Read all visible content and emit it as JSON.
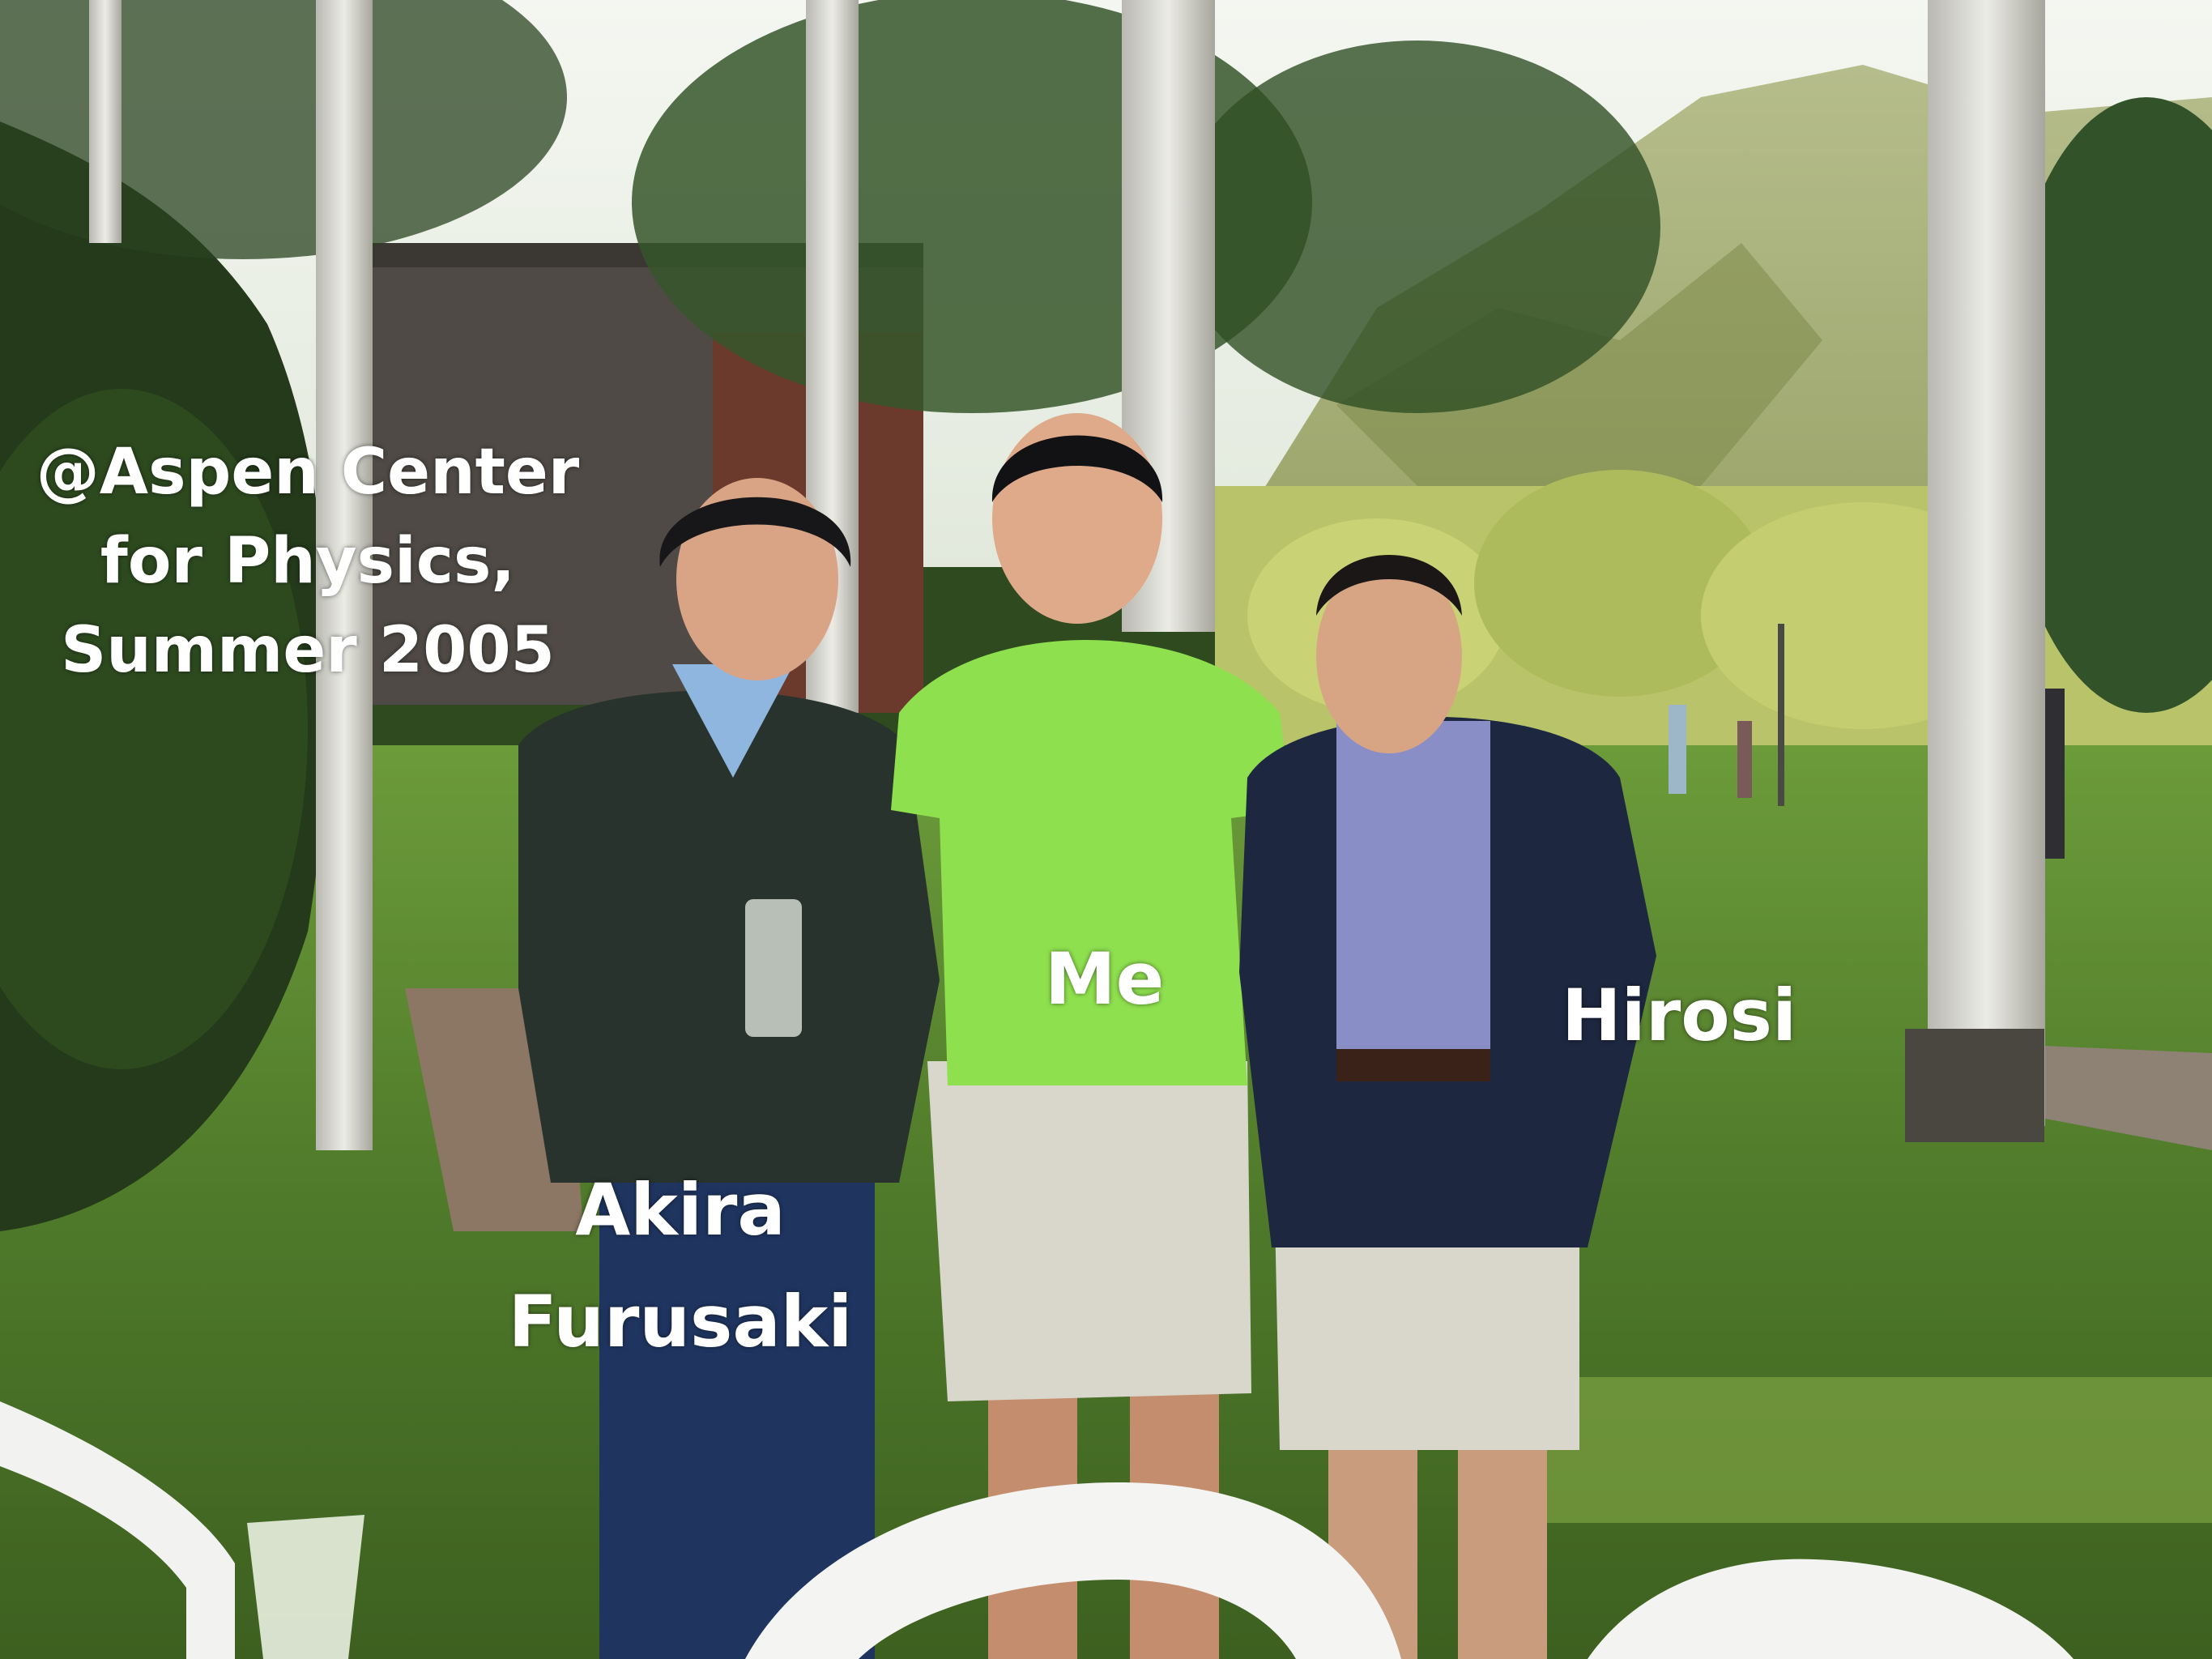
{
  "captions": {
    "location": {
      "line1": "@Aspen Center",
      "line2": "for Physics,",
      "line3": "Summer 2005"
    },
    "me": "Me",
    "hirosi": "Hirosi",
    "akira": {
      "line1": "Akira",
      "line2": "Furusaki"
    }
  },
  "colors": {
    "caption_text": "#ffffff",
    "sky": "#eef3ec",
    "grass": "#4f7a2a",
    "mountain": "#a9b27a",
    "green_shirt": "#8fe04f",
    "dark_sweater": "#27332c",
    "navy_jacket": "#1d2740",
    "shorts": "#d9d6cc"
  }
}
